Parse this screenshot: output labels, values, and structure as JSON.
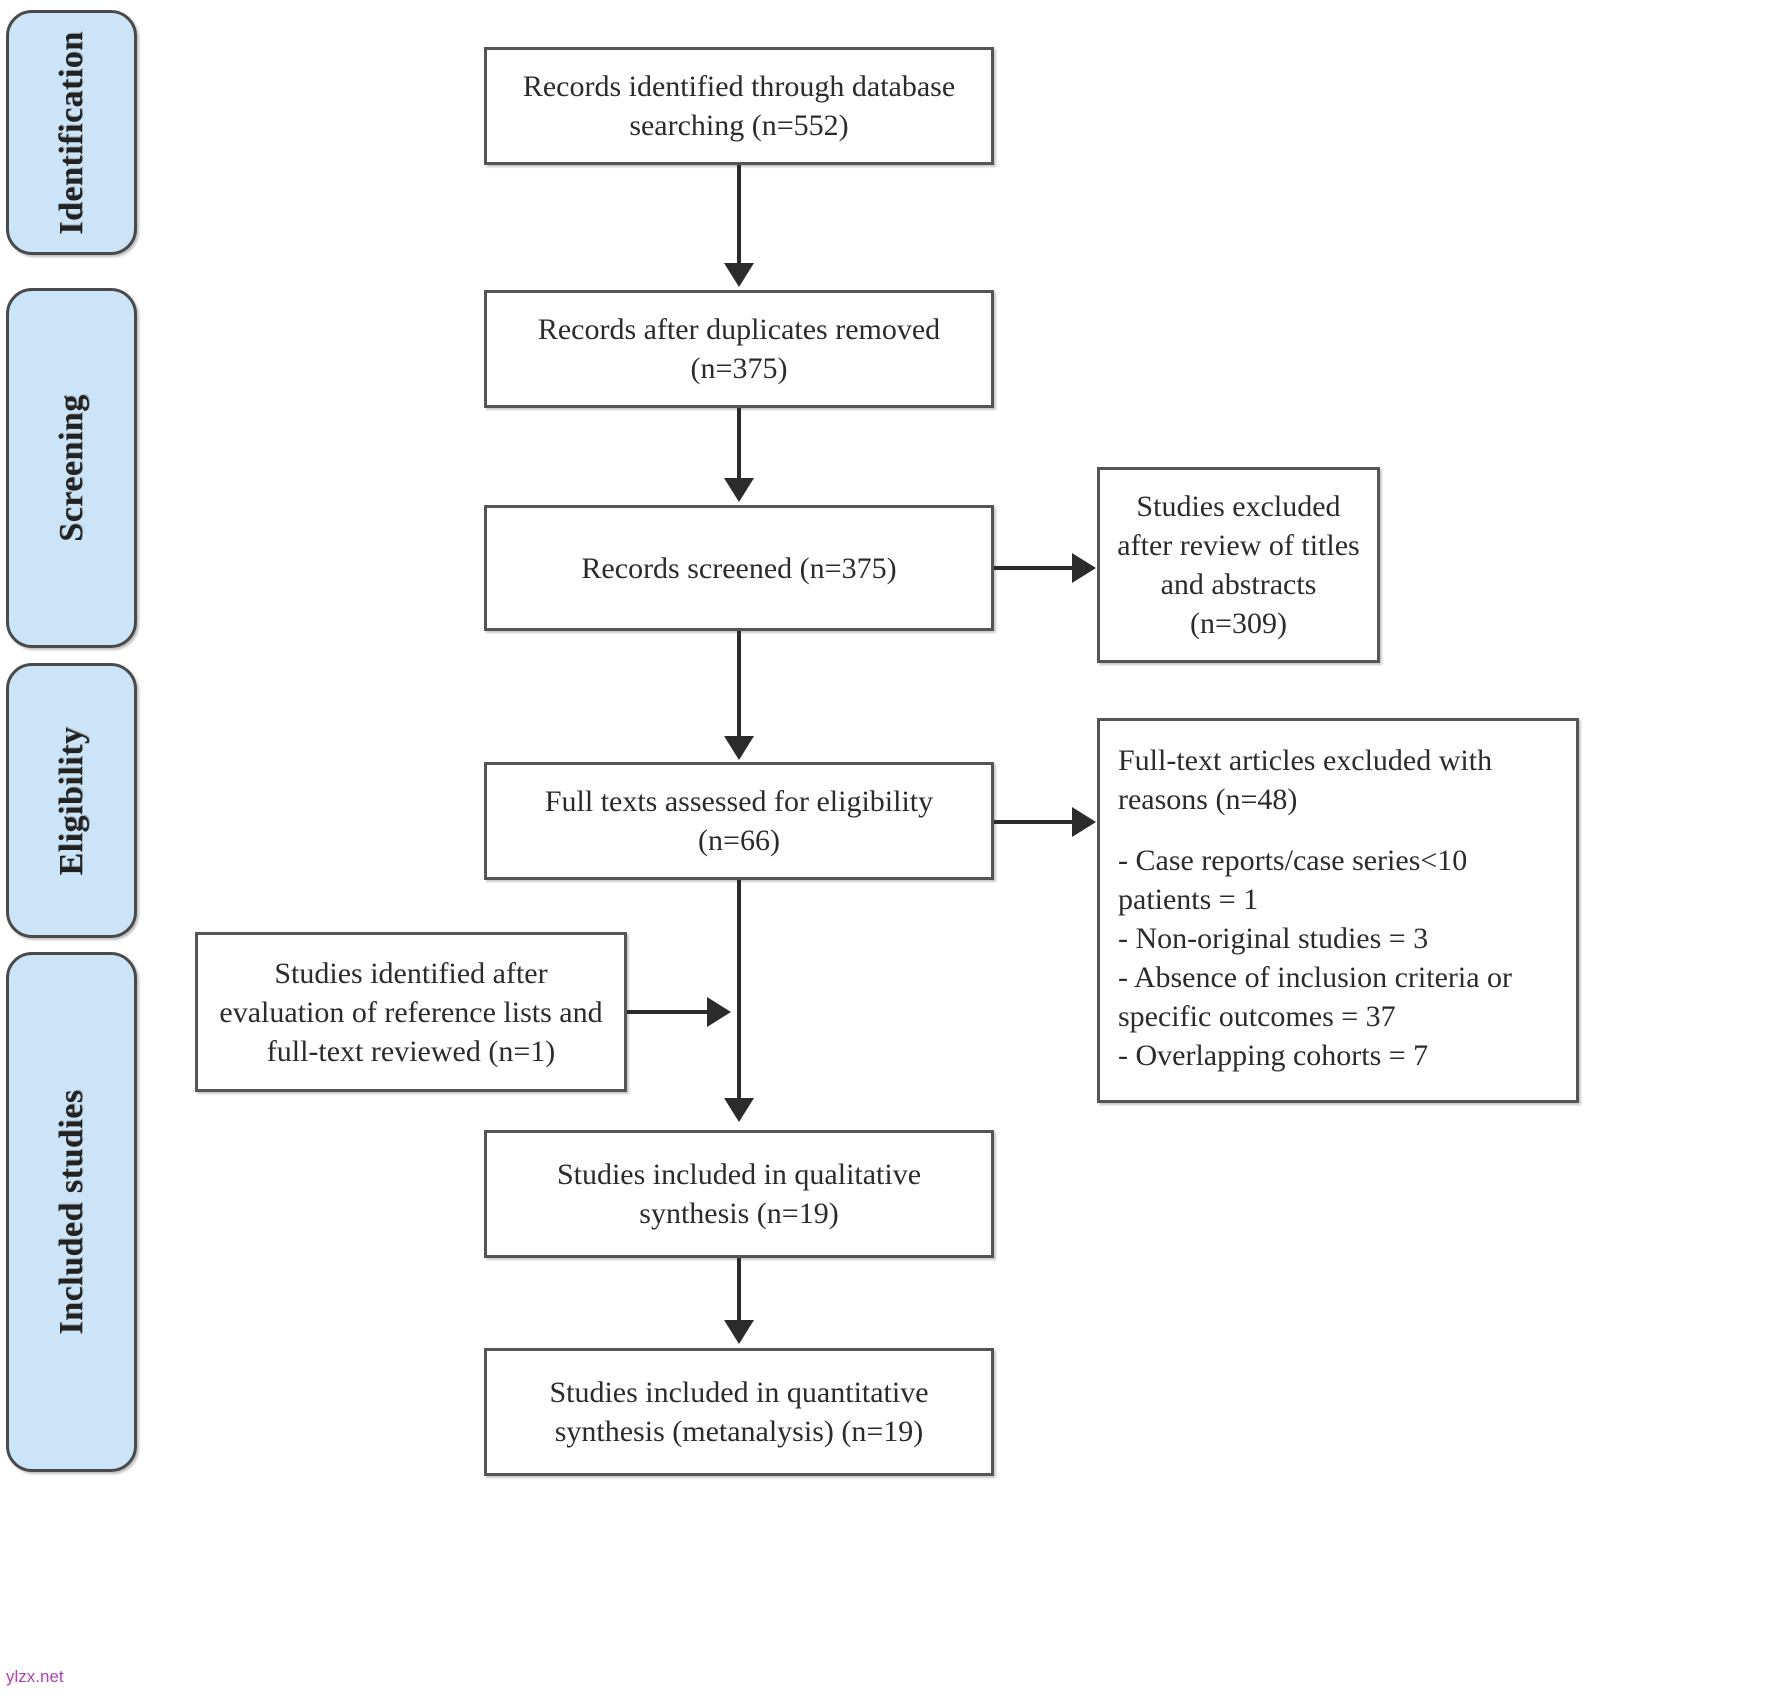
{
  "diagram": {
    "title": "PRISMA flow diagram",
    "colors": {
      "stage_fill": "#cbe4f7",
      "stage_border": "#4a4a4a",
      "box_border": "#555555",
      "connector": "#2b2b2b",
      "watermark": "#b43fb4"
    },
    "stages": [
      {
        "label": "Identification"
      },
      {
        "label": "Screening"
      },
      {
        "label": "Eligibility"
      },
      {
        "label": "Included studies"
      }
    ],
    "boxes": {
      "identified": "Records identified through database searching (n=552)",
      "duplicates_removed": "Records after duplicates removed (n=375)",
      "screened": "Records screened (n=375)",
      "excluded_titles": "Studies excluded after review of titles and abstracts (n=309)",
      "full_text_assessed": "Full texts assessed for eligibility (n=66)",
      "reference_lists": "Studies identified after evaluation of reference lists and full-text reviewed (n=1)",
      "qualitative": "Studies included in qualitative synthesis (n=19)",
      "quantitative": "Studies included in quantitative synthesis (metanalysis) (n=19)"
    },
    "exclusions": {
      "heading": "Full-text articles excluded with reasons (n=48)",
      "items": [
        "- Case reports/case series<10 patients = 1",
        "- Non-original studies = 3",
        "- Absence of inclusion criteria or specific outcomes = 37",
        "- Overlapping cohorts = 7"
      ]
    },
    "watermark": "ylzx.net"
  },
  "chart_data": {
    "type": "diagram",
    "title": "PRISMA flow diagram",
    "nodes": [
      {
        "id": "identified",
        "stage": "Identification",
        "label": "Records identified through database searching",
        "n": 552
      },
      {
        "id": "duplicates_removed",
        "stage": "Screening",
        "label": "Records after duplicates removed",
        "n": 375
      },
      {
        "id": "screened",
        "stage": "Screening",
        "label": "Records screened",
        "n": 375
      },
      {
        "id": "excluded_titles",
        "stage": "Screening",
        "label": "Studies excluded after review of titles and abstracts",
        "n": 309
      },
      {
        "id": "full_text_assessed",
        "stage": "Eligibility",
        "label": "Full texts assessed for eligibility",
        "n": 66
      },
      {
        "id": "full_text_excluded",
        "stage": "Eligibility",
        "label": "Full-text articles excluded with reasons",
        "n": 48
      },
      {
        "id": "reference_lists",
        "stage": "Included studies",
        "label": "Studies identified after evaluation of reference lists and full-text reviewed",
        "n": 1
      },
      {
        "id": "qualitative",
        "stage": "Included studies",
        "label": "Studies included in qualitative synthesis",
        "n": 19
      },
      {
        "id": "quantitative",
        "stage": "Included studies",
        "label": "Studies included in quantitative synthesis (metanalysis)",
        "n": 19
      }
    ],
    "exclusion_reasons": [
      {
        "reason": "Case reports/case series<10 patients",
        "count": 1
      },
      {
        "reason": "Non-original studies",
        "count": 3
      },
      {
        "reason": "Absence of inclusion criteria or specific outcomes",
        "count": 37
      },
      {
        "reason": "Overlapping cohorts",
        "count": 7
      }
    ],
    "edges": [
      {
        "from": "identified",
        "to": "duplicates_removed"
      },
      {
        "from": "duplicates_removed",
        "to": "screened"
      },
      {
        "from": "screened",
        "to": "excluded_titles"
      },
      {
        "from": "screened",
        "to": "full_text_assessed"
      },
      {
        "from": "full_text_assessed",
        "to": "full_text_excluded"
      },
      {
        "from": "full_text_assessed",
        "to": "qualitative"
      },
      {
        "from": "reference_lists",
        "to": "qualitative"
      },
      {
        "from": "qualitative",
        "to": "quantitative"
      }
    ]
  }
}
